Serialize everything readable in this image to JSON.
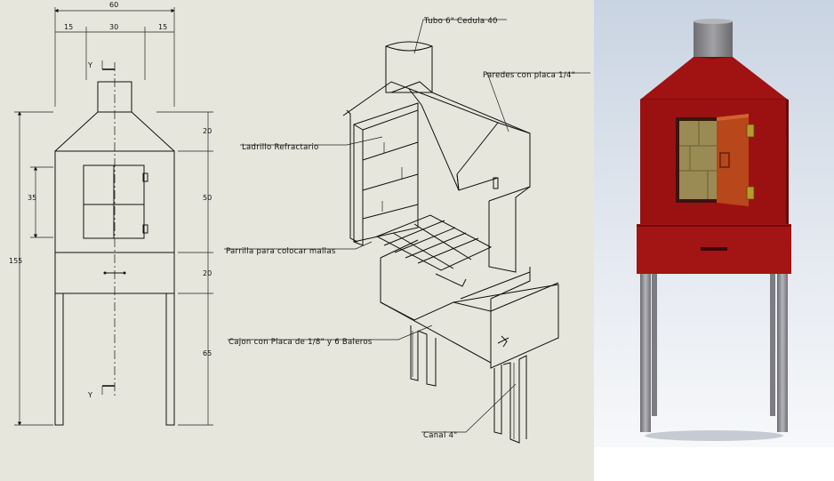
{
  "front_view": {
    "dimensions": {
      "overall_width": "60",
      "side_left": "15",
      "center": "30",
      "side_right": "15",
      "overall_height": "155",
      "door_height": "35",
      "roof_height": "20",
      "body_height": "50",
      "drawer_height": "20",
      "leg_height": "65"
    },
    "section_labels": {
      "top": "Y",
      "bottom": "Y"
    }
  },
  "isometric_labels": {
    "tube": "Tubo 6\" Cedula 40",
    "walls": "Paredes con placa 1/4\"",
    "brick": "Ladrillo Refractario",
    "grill": "Parrilla para colocar mallas",
    "drawer": "Cajon con Placa de 1/8\" y 6 Baleros",
    "channel": "Canal 4\""
  },
  "colors": {
    "sheet_background": "#e6e6dc",
    "line": "#111111",
    "render_body": "#9b1111",
    "render_door": "#b8471b",
    "render_brick": "#9a8a54",
    "render_chimney": "#8a8a8a",
    "render_legs": "#8f8f94",
    "render_bg_top": "#c9d4e2"
  }
}
